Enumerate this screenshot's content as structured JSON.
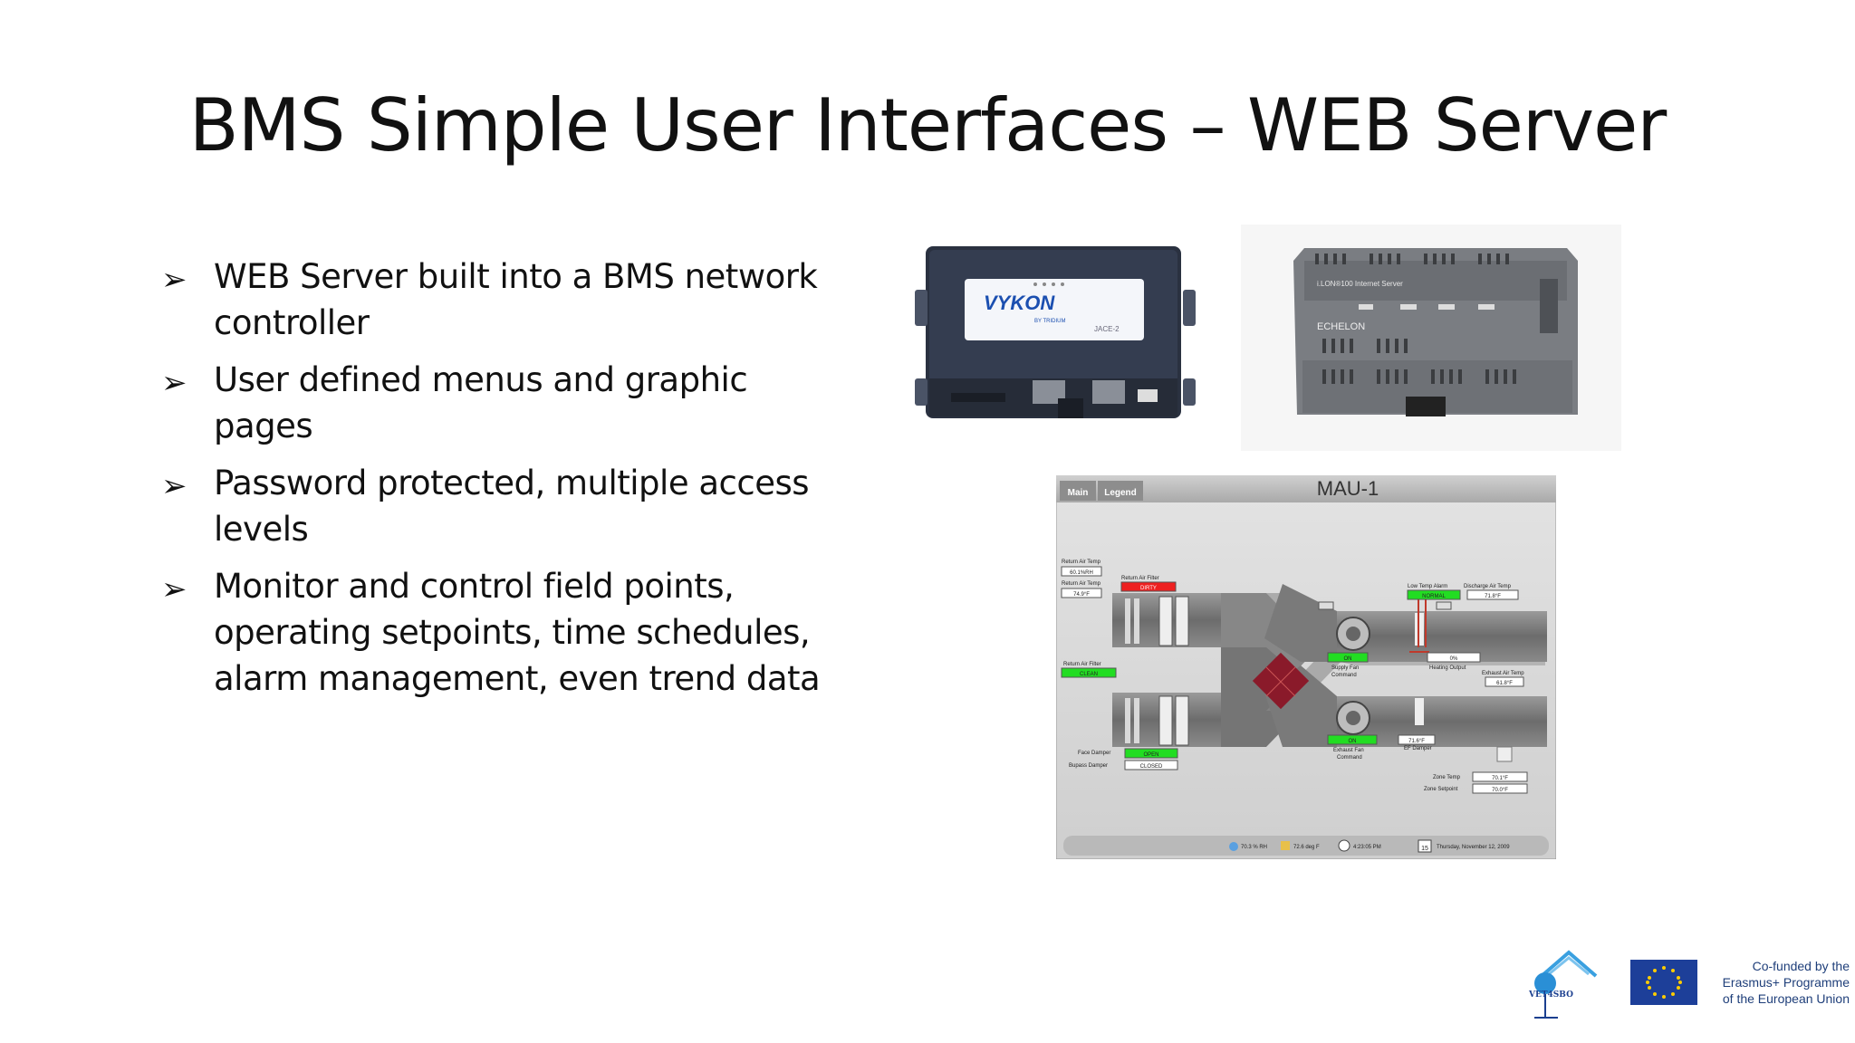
{
  "slide": {
    "title": "BMS Simple User Interfaces – WEB Server",
    "bullets": [
      {
        "line1": "WEB Server built into a BMS network",
        "line2": "controller"
      },
      {
        "line1": "User defined menus and graphic",
        "line2": "pages"
      },
      {
        "line1": "Password protected, multiple access",
        "line2": "levels"
      },
      {
        "line1": "Monitor and control field points,",
        "line2": "operating setpoints, time schedules,",
        "line3": "alarm management, even trend data"
      }
    ],
    "bullet_icon": "arrow-bullet-icon"
  },
  "controller_1": {
    "brand": "VYKON",
    "sub": "BY TRIDIUM",
    "model": "JACE-2"
  },
  "controller_2": {
    "model": "i.LON®100 Internet Server",
    "brand": "ECHELON"
  },
  "scada": {
    "tabs": [
      "Main",
      "Legend"
    ],
    "title": "MAU-1",
    "labels": {
      "return_air_temp_rh_label": "Return Air Temp",
      "return_air_rh": "60.1%RH",
      "return_air_temp_label": "Return Air Temp",
      "return_air_temp": "74.9°F",
      "return_air_filter_top_label": "Return Air Filter",
      "return_air_filter_top": "DIRTY",
      "return_air_filter_left_label": "Return Air Filter",
      "return_air_filter_left": "CLEAN",
      "low_temp_alarm_label": "Low Temp Alarm",
      "low_temp_alarm": "NORMAL",
      "discharge_air_temp_label": "Discharge Air Temp",
      "discharge_air_temp": "71.8°F",
      "supply_fan_status": "ON",
      "supply_fan_label": "Supply Fan",
      "supply_fan_label2": "Command",
      "heating_output": "0%",
      "heating_output_label": "Heating Output",
      "exhaust_air_temp_label": "Exhaust Air Temp",
      "exhaust_air_temp": "61.8°F",
      "exhaust_fan_status": "ON",
      "exhaust_fan_label": "Exhaust Fan",
      "exhaust_fan_label2": "Command",
      "ef_damper": "71.6°F",
      "ef_damper_label": "EF Damper",
      "face_damper_label": "Face Damper",
      "face_damper": "OPEN",
      "bypass_damper_label": "Bupass Damper",
      "bypass_damper": "CLOSED",
      "zone_temp_label": "Zone Temp",
      "zone_temp": "70.1°F",
      "zone_setpoint_label": "Zone Setpoint",
      "zone_setpoint": "70.0°F"
    },
    "status_bar": {
      "humidity": "70.3 % RH",
      "temperature": "72.6 deg F",
      "time": "4:23:05 PM",
      "date": "Thursday, November 12, 2009",
      "calendar_day": "15"
    }
  },
  "footer": {
    "vet_label": "VET4SBO",
    "eu_line1": "Co-funded by the",
    "eu_line2": "Erasmus+ Programme",
    "eu_line3": "of the European Union"
  },
  "colors": {
    "green": "#22dd22",
    "red": "#ee2020",
    "eu_blue": "#1d3f99",
    "eu_star": "#ffcc00"
  }
}
